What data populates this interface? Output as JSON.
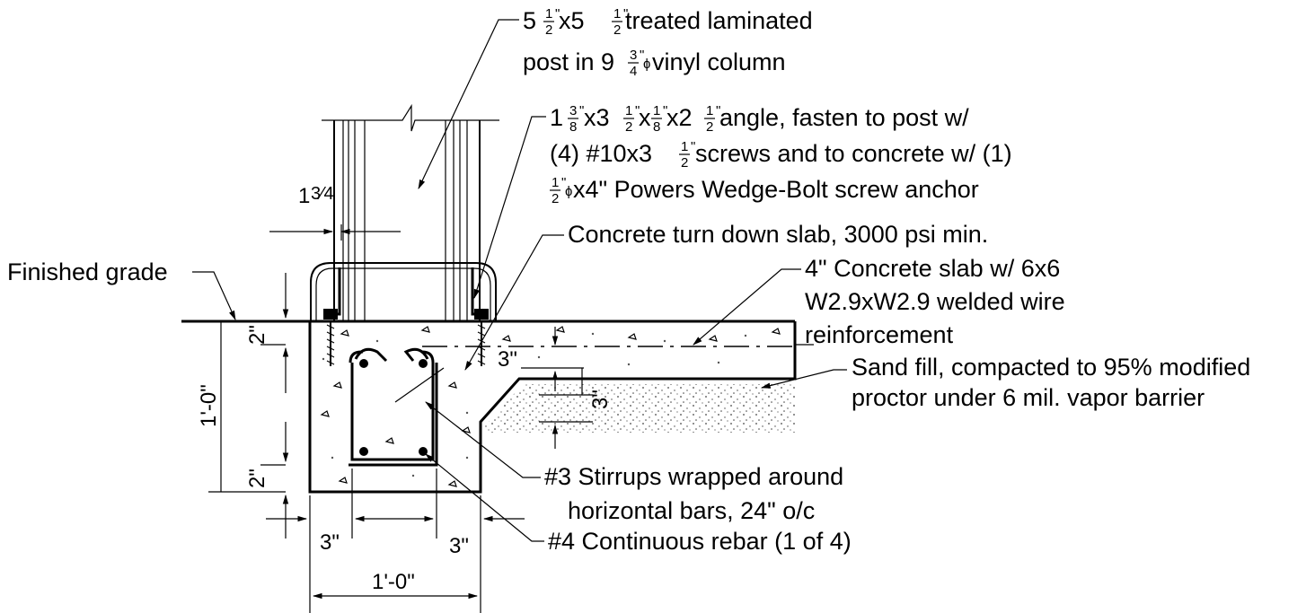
{
  "labels": {
    "post_line1_a": "5 ",
    "post_line1_b": "x5 ",
    "post_line1_c": " treated laminated",
    "post_line2_a": "post in 9 ",
    "post_line2_b": " vinyl column",
    "angle_line1_a": "1 ",
    "angle_line1_b": "x3 ",
    "angle_line1_c": "x",
    "angle_line1_d": "x2 ",
    "angle_line1_e": " angle, fasten to post w/",
    "angle_line2_a": "(4) #10x3 ",
    "angle_line2_b": " screws and to concrete w/ (1)",
    "angle_line3_b": "x4\" Powers Wedge-Bolt screw anchor",
    "turndown": "Concrete turn down slab, 3000 psi min.",
    "slab_line1": "4\" Concrete slab w/ 6x6",
    "slab_line2": "W2.9xW2.9 welded wire",
    "slab_line3": "reinforcement",
    "sand_line1": "Sand fill, compacted to 95% modified",
    "sand_line2": "proctor under 6 mil. vapor barrier",
    "stirrup_line1": "#3 Stirrups wrapped around",
    "stirrup_line2": "horizontal bars, 24\" o/c",
    "rebar": "#4 Continuous rebar (1 of 4)",
    "finished_grade": "Finished grade"
  },
  "fractions": {
    "half": {
      "num": "1",
      "den": "2"
    },
    "three_quarter": {
      "num": "3",
      "den": "4"
    },
    "three_eighth": {
      "num": "3",
      "den": "8"
    },
    "one_eighth": {
      "num": "1",
      "den": "8"
    },
    "inch_mark": "\"",
    "diameter_symbol": "ɸ"
  },
  "dimensions": {
    "one_three_quarter_whole": "1",
    "one_three_quarter_frac": "3⁄4",
    "top_cover": "2\"",
    "depth": "1'-0\"",
    "bottom_cover": "2\"",
    "side_cover_left": "3\"",
    "side_cover_right": "3\"",
    "width": "1'-0\"",
    "slab_drop": "3\"",
    "sand_depth": "3\""
  }
}
